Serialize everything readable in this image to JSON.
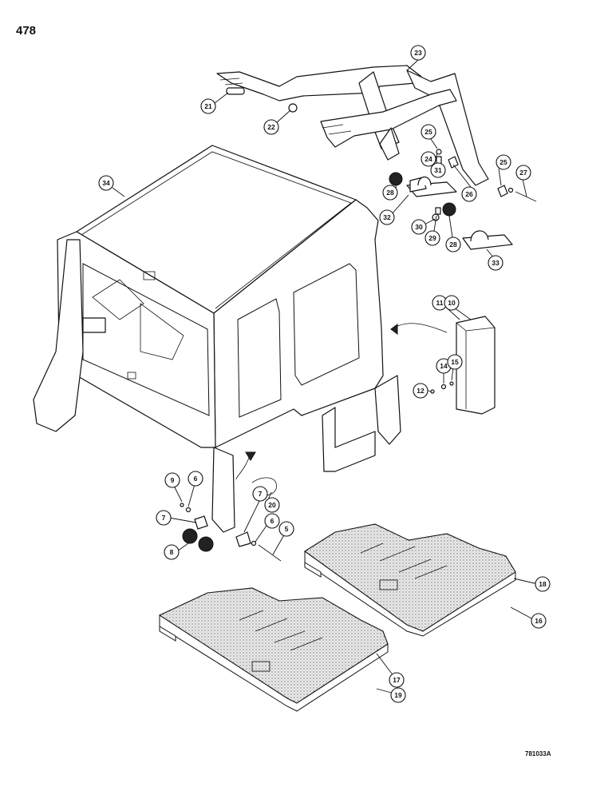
{
  "page": {
    "number": "478",
    "drawing_id": "781033A"
  },
  "callouts": [
    {
      "id": "c5",
      "label": "5"
    },
    {
      "id": "c6a",
      "label": "6"
    },
    {
      "id": "c6b",
      "label": "6"
    },
    {
      "id": "c7a",
      "label": "7"
    },
    {
      "id": "c7b",
      "label": "7"
    },
    {
      "id": "c8",
      "label": "8"
    },
    {
      "id": "c9",
      "label": "9"
    },
    {
      "id": "c10",
      "label": "10"
    },
    {
      "id": "c11",
      "label": "11"
    },
    {
      "id": "c12",
      "label": "12"
    },
    {
      "id": "c14",
      "label": "14"
    },
    {
      "id": "c15",
      "label": "15"
    },
    {
      "id": "c16",
      "label": "16"
    },
    {
      "id": "c17",
      "label": "17"
    },
    {
      "id": "c18",
      "label": "18"
    },
    {
      "id": "c19",
      "label": "19"
    },
    {
      "id": "c20",
      "label": "20"
    },
    {
      "id": "c21",
      "label": "21"
    },
    {
      "id": "c22",
      "label": "22"
    },
    {
      "id": "c23",
      "label": "23"
    },
    {
      "id": "c24",
      "label": "24"
    },
    {
      "id": "c25a",
      "label": "25"
    },
    {
      "id": "c25b",
      "label": "25"
    },
    {
      "id": "c26",
      "label": "26"
    },
    {
      "id": "c27",
      "label": "27"
    },
    {
      "id": "c28a",
      "label": "28"
    },
    {
      "id": "c28b",
      "label": "28"
    },
    {
      "id": "c29",
      "label": "29"
    },
    {
      "id": "c30",
      "label": "30"
    },
    {
      "id": "c31",
      "label": "31"
    },
    {
      "id": "c32",
      "label": "32"
    },
    {
      "id": "c33",
      "label": "33"
    },
    {
      "id": "c34",
      "label": "34"
    }
  ]
}
